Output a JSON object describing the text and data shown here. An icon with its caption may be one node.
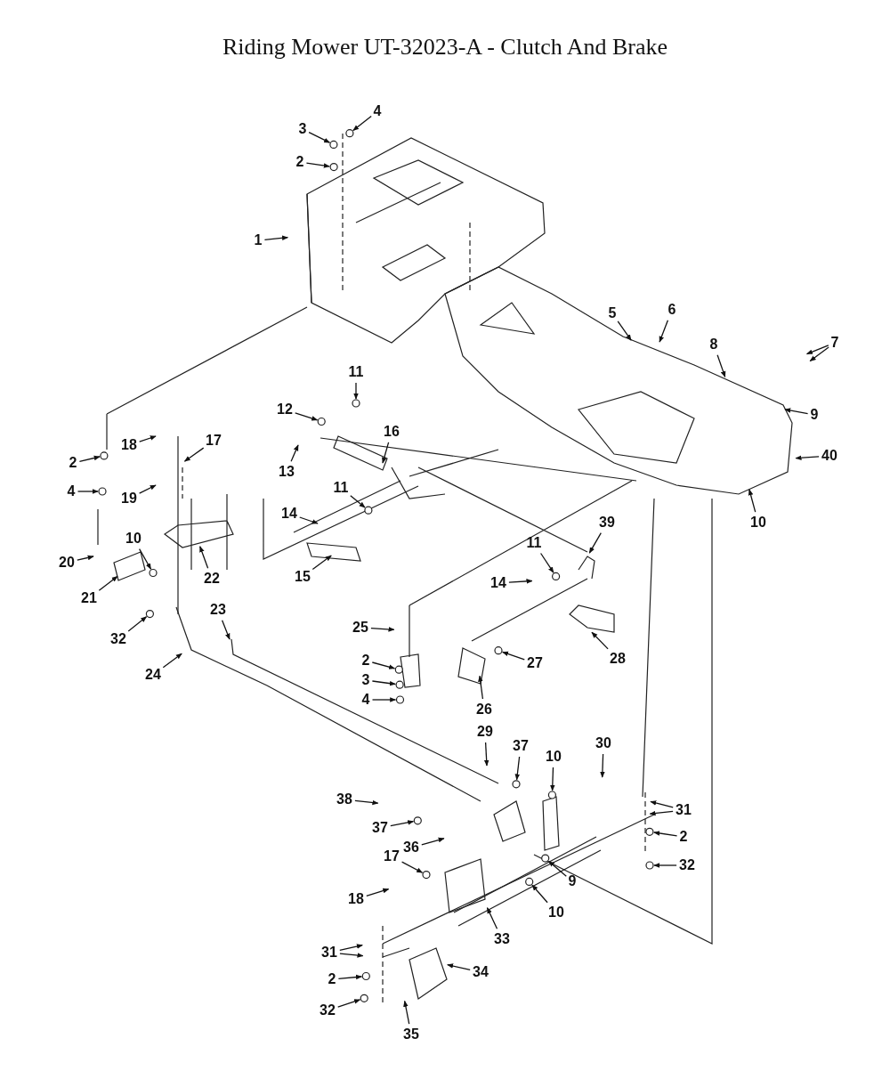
{
  "diagram": {
    "title": "Riding Mower UT-32023-A - Clutch And Brake",
    "nodes": [
      {
        "text": [
          "4"
        ]
      },
      {
        "text": [
          "3"
        ]
      },
      {
        "text": [
          "2"
        ]
      },
      {
        "text": [
          "1"
        ]
      },
      {
        "text": [
          "5"
        ]
      },
      {
        "text": [
          "6"
        ]
      },
      {
        "text": [
          "8"
        ]
      },
      {
        "text": [
          "7"
        ]
      },
      {
        "text": [
          "9"
        ]
      },
      {
        "text": [
          "40"
        ]
      },
      {
        "text": [
          "10"
        ]
      },
      {
        "text": [
          "11"
        ]
      },
      {
        "text": [
          "12"
        ]
      },
      {
        "text": [
          "16"
        ]
      },
      {
        "text": [
          "13"
        ]
      },
      {
        "text": [
          "11"
        ]
      },
      {
        "text": [
          "14"
        ]
      },
      {
        "text": [
          "15"
        ]
      },
      {
        "text": [
          "18"
        ]
      },
      {
        "text": [
          "17"
        ]
      },
      {
        "text": [
          "2"
        ]
      },
      {
        "text": [
          "4"
        ]
      },
      {
        "text": [
          "19"
        ]
      },
      {
        "text": [
          "20"
        ]
      },
      {
        "text": [
          "10"
        ]
      },
      {
        "text": [
          "22"
        ]
      },
      {
        "text": [
          "21"
        ]
      },
      {
        "text": [
          "32"
        ]
      },
      {
        "text": [
          "24"
        ]
      },
      {
        "text": [
          "23"
        ]
      },
      {
        "text": [
          "39"
        ]
      },
      {
        "text": [
          "11"
        ]
      },
      {
        "text": [
          "14"
        ]
      },
      {
        "text": [
          "25"
        ]
      },
      {
        "text": [
          "2"
        ]
      },
      {
        "text": [
          "3"
        ]
      },
      {
        "text": [
          "4"
        ]
      },
      {
        "text": [
          "26"
        ]
      },
      {
        "text": [
          "27"
        ]
      },
      {
        "text": [
          "28"
        ]
      },
      {
        "text": [
          "29"
        ]
      },
      {
        "text": [
          "37"
        ]
      },
      {
        "text": [
          "10"
        ]
      },
      {
        "text": [
          "30"
        ]
      },
      {
        "text": [
          "38"
        ]
      },
      {
        "text": [
          "37"
        ]
      },
      {
        "text": [
          "36"
        ]
      },
      {
        "text": [
          "31"
        ]
      },
      {
        "text": [
          "2"
        ]
      },
      {
        "text": [
          "32"
        ]
      },
      {
        "text": [
          "17"
        ]
      },
      {
        "text": [
          "18"
        ]
      },
      {
        "text": [
          "9"
        ]
      },
      {
        "text": [
          "10"
        ]
      },
      {
        "text": [
          "33"
        ]
      },
      {
        "text": [
          "31"
        ]
      },
      {
        "text": [
          "34"
        ]
      },
      {
        "text": [
          "2"
        ]
      },
      {
        "text": [
          "32"
        ]
      },
      {
        "text": [
          "35"
        ]
      }
    ],
    "edges": [
      {
        "from": 0,
        "to": null,
        "arrow": "to"
      },
      {
        "from": 1,
        "to": null,
        "arrow": "to"
      },
      {
        "from": 2,
        "to": null,
        "arrow": "to"
      },
      {
        "from": 3,
        "to": null,
        "arrow": "to"
      },
      {
        "from": 4,
        "to": null,
        "arrow": "to"
      },
      {
        "from": 5,
        "to": null,
        "arrow": "to"
      },
      {
        "from": 6,
        "to": null,
        "arrow": "to"
      },
      {
        "from": 7,
        "to": null,
        "arrow": "to"
      },
      {
        "from": 7,
        "to": null,
        "arrow": "to"
      },
      {
        "from": 8,
        "to": null,
        "arrow": "to"
      },
      {
        "from": 9,
        "to": null,
        "arrow": "to"
      },
      {
        "from": 10,
        "to": null,
        "arrow": "to"
      },
      {
        "from": 11,
        "to": null,
        "arrow": "to"
      },
      {
        "from": 12,
        "to": null,
        "arrow": "to"
      },
      {
        "from": 13,
        "to": null,
        "arrow": "to"
      },
      {
        "from": 14,
        "to": null,
        "arrow": "to"
      },
      {
        "from": 15,
        "to": null,
        "arrow": "to"
      },
      {
        "from": 16,
        "to": null,
        "arrow": "to"
      },
      {
        "from": 17,
        "to": null,
        "arrow": "to"
      },
      {
        "from": 18,
        "to": null,
        "arrow": "to"
      },
      {
        "from": 19,
        "to": null,
        "arrow": "to"
      },
      {
        "from": 20,
        "to": null,
        "arrow": "to"
      },
      {
        "from": 21,
        "to": null,
        "arrow": "to"
      },
      {
        "from": 22,
        "to": null,
        "arrow": "to"
      },
      {
        "from": 23,
        "to": null,
        "arrow": "to"
      },
      {
        "from": 24,
        "to": null,
        "arrow": "to"
      },
      {
        "from": 25,
        "to": null,
        "arrow": "to"
      },
      {
        "from": 26,
        "to": null,
        "arrow": "to"
      },
      {
        "from": 27,
        "to": null,
        "arrow": "to"
      },
      {
        "from": 28,
        "to": null,
        "arrow": "to"
      },
      {
        "from": 29,
        "to": null,
        "arrow": "to"
      },
      {
        "from": 30,
        "to": null,
        "arrow": "to"
      },
      {
        "from": 31,
        "to": null,
        "arrow": "to"
      },
      {
        "from": 32,
        "to": null,
        "arrow": "to"
      },
      {
        "from": 33,
        "to": null,
        "arrow": "to"
      },
      {
        "from": 34,
        "to": null,
        "arrow": "to"
      },
      {
        "from": 35,
        "to": null,
        "arrow": "to"
      },
      {
        "from": 36,
        "to": null,
        "arrow": "to"
      },
      {
        "from": 37,
        "to": null,
        "arrow": "to"
      },
      {
        "from": 38,
        "to": null,
        "arrow": "to"
      },
      {
        "from": 39,
        "to": null,
        "arrow": "to"
      },
      {
        "from": 40,
        "to": null,
        "arrow": "to"
      },
      {
        "from": 41,
        "to": null,
        "arrow": "to"
      },
      {
        "from": 42,
        "to": null,
        "arrow": "to"
      },
      {
        "from": 43,
        "to": null,
        "arrow": "to"
      },
      {
        "from": 44,
        "to": null,
        "arrow": "to"
      },
      {
        "from": 45,
        "to": null,
        "arrow": "to"
      },
      {
        "from": 46,
        "to": null,
        "arrow": "to"
      },
      {
        "from": 47,
        "to": null,
        "arrow": "to"
      },
      {
        "from": 47,
        "to": null,
        "arrow": "to"
      },
      {
        "from": 48,
        "to": null,
        "arrow": "to"
      },
      {
        "from": 49,
        "to": null,
        "arrow": "to"
      },
      {
        "from": 50,
        "to": null,
        "arrow": "to"
      },
      {
        "from": 51,
        "to": null,
        "arrow": "to"
      },
      {
        "from": 52,
        "to": null,
        "arrow": "to"
      },
      {
        "from": 53,
        "to": null,
        "arrow": "to"
      },
      {
        "from": 54,
        "to": null,
        "arrow": "to"
      },
      {
        "from": 55,
        "to": null,
        "arrow": "to"
      },
      {
        "from": 55,
        "to": null,
        "arrow": "to"
      },
      {
        "from": 56,
        "to": null,
        "arrow": "to"
      },
      {
        "from": 57,
        "to": null,
        "arrow": "to"
      },
      {
        "from": 58,
        "to": null,
        "arrow": "to"
      },
      {
        "from": 59,
        "to": null,
        "arrow": "to"
      }
    ]
  }
}
